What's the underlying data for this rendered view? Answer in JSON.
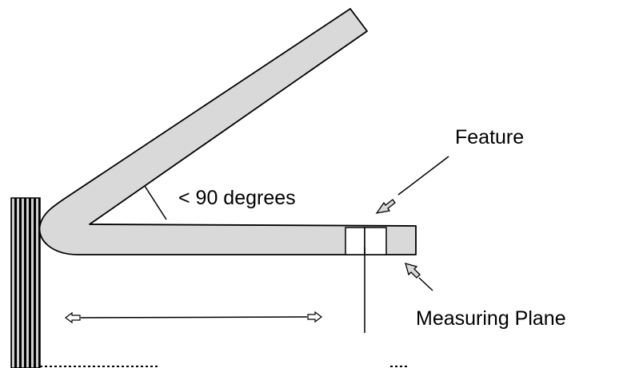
{
  "labels": {
    "feature": "Feature",
    "angle": "< 90 degrees",
    "measuring_plane": "Measuring Plane"
  },
  "colors": {
    "part_fill": "#d9d9d9",
    "stroke": "#000000",
    "background": "#ffffff"
  }
}
